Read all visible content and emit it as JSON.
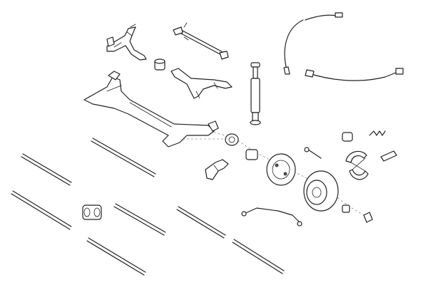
{
  "diagram": {
    "parts": [
      {
        "id": "bracket-top",
        "icon": "bracket-icon"
      },
      {
        "id": "rod-top",
        "icon": "rod-icon"
      },
      {
        "id": "cable-brake",
        "icon": "cable-icon"
      },
      {
        "id": "bushing-small",
        "icon": "bushing-icon"
      },
      {
        "id": "shock-absorber",
        "icon": "shock-absorber-icon"
      },
      {
        "id": "axle-beam",
        "icon": "axle-icon"
      },
      {
        "id": "spring-clip",
        "icon": "spring-icon"
      },
      {
        "id": "brake-shoes",
        "icon": "brake-shoe-icon"
      },
      {
        "id": "brake-drum",
        "icon": "brake-drum-icon"
      },
      {
        "id": "backing-plate",
        "icon": "backing-plate-icon"
      },
      {
        "id": "brake-line",
        "icon": "brake-line-icon"
      },
      {
        "id": "link-rods",
        "icon": "link-rod-icon"
      }
    ]
  }
}
